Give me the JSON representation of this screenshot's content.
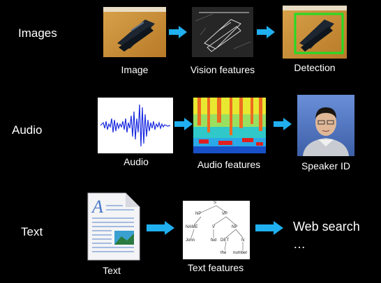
{
  "rows": {
    "images": {
      "label": "Images",
      "captions": [
        "Image",
        "Vision features",
        "Detection"
      ]
    },
    "audio": {
      "label": "Audio",
      "captions": [
        "Audio",
        "Audio features",
        "Speaker ID"
      ]
    },
    "text": {
      "label": "Text",
      "captions": [
        "Text",
        "Text  features"
      ],
      "output": [
        "Web search",
        "…"
      ]
    }
  },
  "parse_tree": {
    "root": "S",
    "np": "NP",
    "vp": "VP",
    "name": "NAME",
    "v": "V",
    "np2": "NP",
    "john": "John",
    "fed": "fed",
    "det": "DET",
    "n": "N",
    "the": "the",
    "number": "number"
  },
  "colors": {
    "arrow": "#20b0f0",
    "detection_box": "#22dd22",
    "waveform": "#1a2ae0"
  }
}
